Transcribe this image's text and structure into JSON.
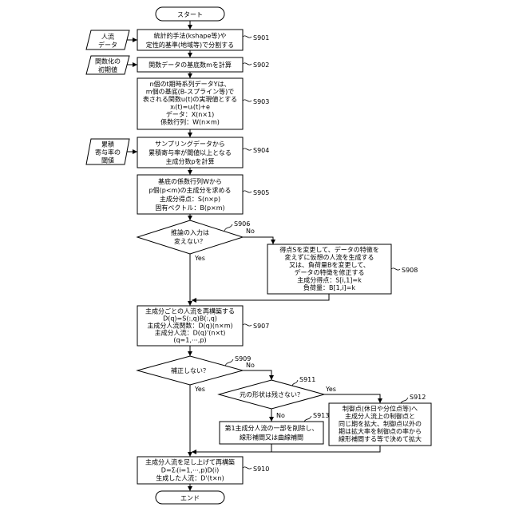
{
  "terminals": {
    "start": "スタート",
    "end": "エンド"
  },
  "inputs": {
    "flow_data": [
      "人流",
      "データ"
    ],
    "initial_value": [
      "関数化の",
      "初期値"
    ],
    "threshold": [
      "累積",
      "寄与率の",
      "閾値"
    ]
  },
  "steps": {
    "s901": {
      "id": "S901",
      "lines": [
        "統計的手法(kshape等)や",
        "定性的基準(地域等)で分割する"
      ]
    },
    "s902": {
      "id": "S902",
      "lines": [
        "関数データの基底数mを計算"
      ]
    },
    "s903": {
      "id": "S903",
      "lines": [
        "n個のt期時系列データYは、",
        "m個の基底(B-スプライン等)で",
        "表される関数u(t)の実現値とする",
        "xᵢ(t)=uᵢ(t)+e",
        "データ：X(n×1)",
        "係数行列：W(n×m)"
      ]
    },
    "s904": {
      "id": "S904",
      "lines": [
        "サンプリングデータから",
        "累積寄与率が閾値以上となる",
        "主成分数pを計算"
      ]
    },
    "s905": {
      "id": "S905",
      "lines": [
        "基底の係数行列Wから",
        "p個(p<m)の主成分を求める",
        "主成分得点：S(n×p)",
        "固有ベクトル：B(p×m)"
      ]
    },
    "s907": {
      "id": "S907",
      "lines": [
        "主成分ごとの人流を再構築する",
        "D(q)=S(:,q)B(:,q)",
        "主成分人流関数：D(q)(n×m)",
        "主成分人流：D(q)'(n×t)",
        "(q=1,⋯,p)"
      ]
    },
    "s908": {
      "id": "S908",
      "lines": [
        "得点Sを変更して、データの特徴を",
        "変えずに仮想の人流を生成する",
        "又は、負荷量Bを変更して、",
        "データの特徴を修正する",
        "主成分得点：S[i,1]=k",
        "負荷量：B[1,i]=k"
      ]
    },
    "s910": {
      "id": "S910",
      "lines": [
        "主成分人流を足し上げて再構築",
        "D=Σᵢ(i=1,⋯,p)D(i)",
        "生成した人流：D'(t×n)"
      ]
    },
    "s912": {
      "id": "S912",
      "lines": [
        "制御点(休日や分位点等)へ",
        "主成分人流上の制御点と",
        "同じ期を拡大、制御点以外の",
        "期は拡大率を制御点の率から",
        "線形補間する等で決めて拡大"
      ]
    },
    "s913": {
      "id": "S913",
      "lines": [
        "第1主成分人流の一部を削除し、",
        "線形補間又は曲線補間"
      ]
    }
  },
  "decisions": {
    "s906": {
      "id": "S906",
      "lines": [
        "推論の入力は",
        "変えない？"
      ],
      "yes": "Yes",
      "no": "No"
    },
    "s909": {
      "id": "S909",
      "lines": [
        "補正しない？"
      ],
      "yes": "Yes",
      "no": "No"
    },
    "s911": {
      "id": "S911",
      "lines": [
        "元の形状は残さない？"
      ],
      "yes": "Yes",
      "no": "No"
    }
  }
}
